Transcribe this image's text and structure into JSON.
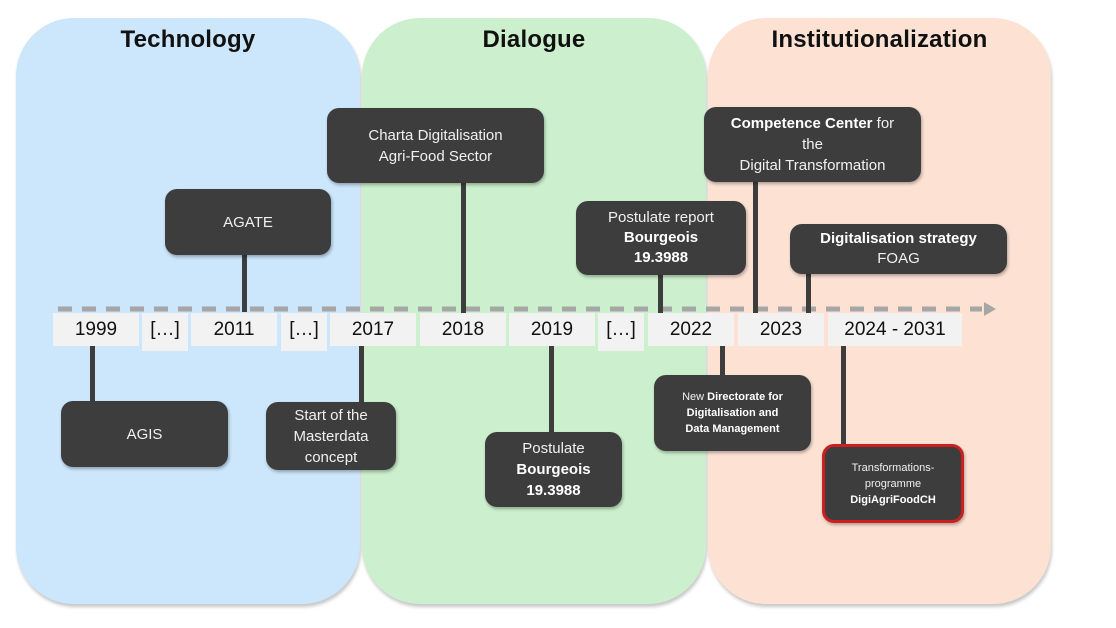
{
  "phases": [
    {
      "id": "technology",
      "title": "Technology",
      "color": "#cce6fc"
    },
    {
      "id": "dialogue",
      "title": "Dialogue",
      "color": "#ccf0cd"
    },
    {
      "id": "institutionalization",
      "title": "Institutionalization",
      "color": "#fde2d4"
    }
  ],
  "timeline": {
    "years": [
      "1999",
      "[…]",
      "2011",
      "[…]",
      "2017",
      "2018",
      "2019",
      "[…]",
      "2022",
      "2023",
      "2024 - 2031"
    ],
    "arrow_color": "#a6a6a6"
  },
  "events_above": [
    {
      "year": "2011",
      "lines": [
        {
          "text": "AGATE",
          "bold": false
        }
      ]
    },
    {
      "year": "2018",
      "lines": [
        {
          "text": "Charta Digitalisation",
          "bold": false
        },
        {
          "text": "Agri-Food Sector",
          "bold": false
        }
      ]
    },
    {
      "year": "2022",
      "lines": [
        {
          "text": "Postulate report",
          "bold": false
        },
        {
          "text": "Bourgeois",
          "bold": true
        },
        {
          "text": "19.3988",
          "bold": true
        }
      ]
    },
    {
      "year": "2023",
      "lines": [
        {
          "text": "Competence Center",
          "bold": true
        },
        {
          "text": " for",
          "bold": false
        },
        {
          "text": "the",
          "bold": false
        },
        {
          "text": "Digital Transformation",
          "bold": false
        }
      ]
    },
    {
      "year": "2023",
      "lines": [
        {
          "text": "Digitalisation strategy",
          "bold": true
        },
        {
          "text": "FOAG",
          "bold": false
        }
      ]
    }
  ],
  "events_below": [
    {
      "year": "1999",
      "lines": [
        {
          "text": "AGIS",
          "bold": false
        }
      ]
    },
    {
      "year": "2017",
      "lines": [
        {
          "text": "Start of the",
          "bold": false
        },
        {
          "text": "Masterdata",
          "bold": false
        },
        {
          "text": "concept",
          "bold": false
        }
      ]
    },
    {
      "year": "2019",
      "lines": [
        {
          "text": "Postulate",
          "bold": false
        },
        {
          "text": "Bourgeois",
          "bold": true
        },
        {
          "text": "19.3988",
          "bold": true
        }
      ]
    },
    {
      "year": "2022",
      "lines": [
        {
          "text": "New ",
          "bold": false
        },
        {
          "text": "Directorate for",
          "bold": true
        },
        {
          "text": "Digitalisation and",
          "bold": true
        },
        {
          "text": "Data Management",
          "bold": true
        }
      ]
    },
    {
      "year": "2024 - 2031",
      "highlight_color": "#cc1f1f",
      "lines": [
        {
          "text": "Transformations-",
          "bold": false
        },
        {
          "text": "programme",
          "bold": false
        },
        {
          "text": "DigiAgriFoodCH",
          "bold": true
        }
      ]
    }
  ]
}
